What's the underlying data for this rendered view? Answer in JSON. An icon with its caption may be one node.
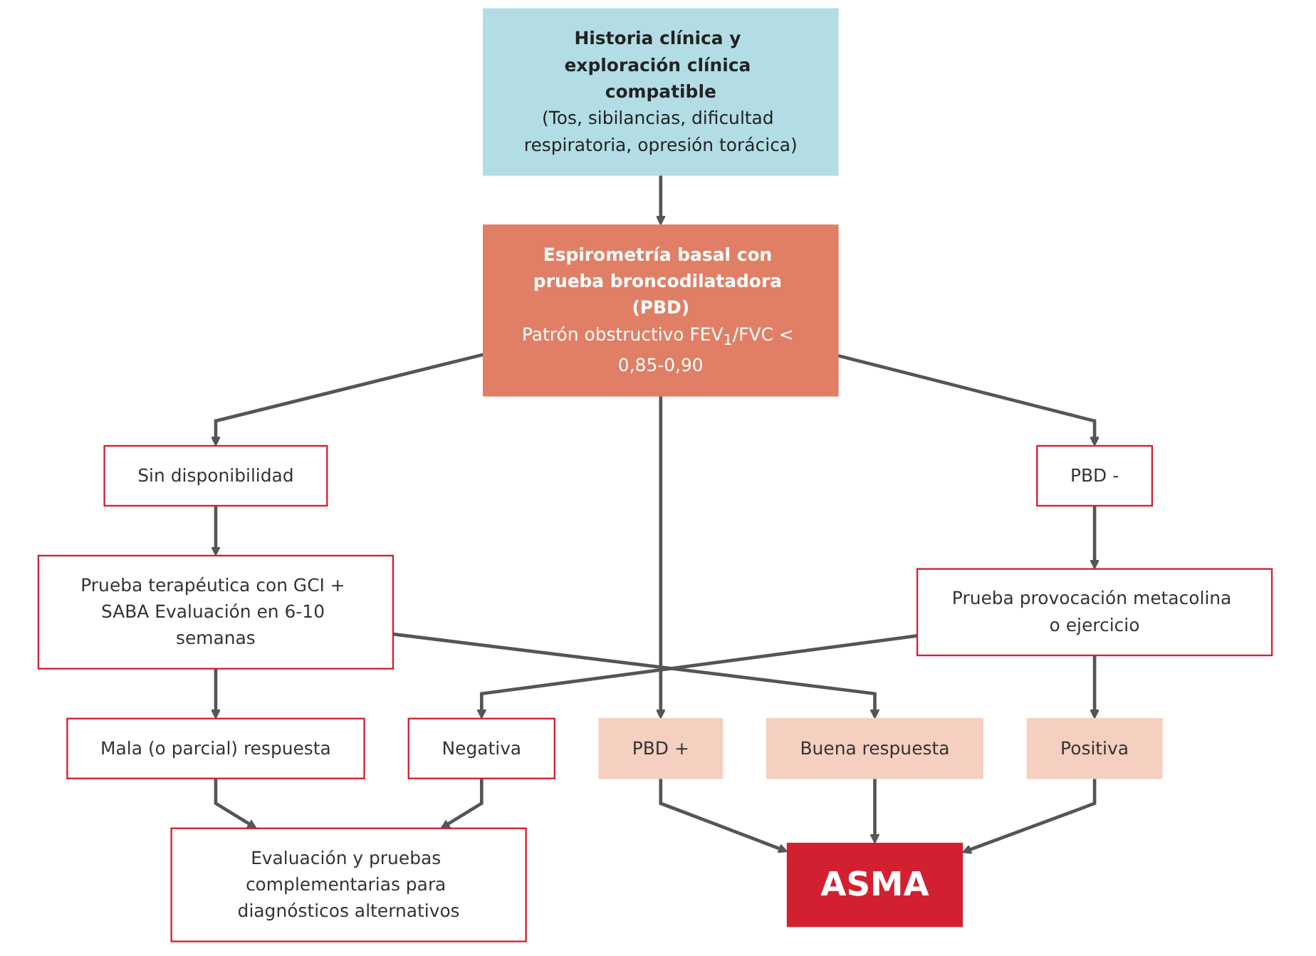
{
  "diagram": {
    "nodes": [
      {
        "text": [
          "Historia clínica y exploración clínica compatible",
          "(Tos, sibilancias, dificultad respiratoria, opresión torácica)"
        ]
      },
      {
        "text": [
          "Espirometría basal con prueba broncodilatadora (PBD)",
          "Patrón obstructivo FEV$_{1}$/FVC < 0,85-0,90"
        ]
      },
      {
        "text": [
          "Sin disponibilidad"
        ]
      },
      {
        "text": [
          "PBD +"
        ]
      },
      {
        "text": [
          "PBD -"
        ]
      },
      {
        "text": [
          "Prueba terapéutica con GCI + SABA Evaluación en 6-10 semanas"
        ]
      },
      {
        "text": [
          "ASMA"
        ]
      },
      {
        "text": [
          "Prueba provocación metacolina o ejercicio"
        ]
      },
      {
        "text": [
          "Mala (o parcial) respuesta"
        ]
      },
      {
        "text": [
          "Buena respuesta"
        ]
      },
      {
        "text": [
          "Positiva"
        ]
      },
      {
        "text": [
          "Negativa"
        ]
      },
      {
        "text": [
          "Evaluación y pruebas complementarias para diagnósticos alternativos"
        ]
      }
    ],
    "edges": [
      {
        "from": 0,
        "to": 1,
        "arrow": "to"
      },
      {
        "from": 1,
        "to": 2,
        "arrow": "to"
      },
      {
        "from": 1,
        "to": 3,
        "arrow": "to"
      },
      {
        "from": 1,
        "to": 4,
        "arrow": "to"
      },
      {
        "from": 2,
        "to": 5,
        "arrow": "to"
      },
      {
        "from": 3,
        "to": 6,
        "arrow": "to"
      },
      {
        "from": 4,
        "to": 7,
        "arrow": "to"
      },
      {
        "from": 5,
        "to": 8,
        "arrow": "to"
      },
      {
        "from": 5,
        "to": 9,
        "arrow": "to"
      },
      {
        "from": 9,
        "to": 6,
        "arrow": "to"
      },
      {
        "from": 10,
        "to": 6,
        "arrow": "to"
      },
      {
        "from": 7,
        "to": 10,
        "arrow": "to"
      },
      {
        "from": 7,
        "to": 11,
        "arrow": "to"
      },
      {
        "from": 8,
        "to": 12,
        "arrow": "to"
      },
      {
        "from": 11,
        "to": 12,
        "arrow": "to"
      }
    ]
  }
}
